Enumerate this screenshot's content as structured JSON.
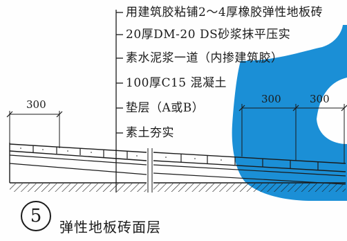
{
  "layers": [
    "用建筑胶粘铺2～4厚橡胶弹性地板砖",
    "20厚DM-20 DS砂浆抹平压实",
    "素水泥浆一道（内掺建筑胶）",
    "100厚C15 混凝土",
    "垫层（A或B）",
    "素土夯实"
  ],
  "dimensions": {
    "left": "300",
    "right_1": "300",
    "right_2": "300"
  },
  "detail": {
    "number": "5",
    "title": "弹性地板砖面层"
  },
  "colors": {
    "line": "#1a1a1a",
    "blue_shape": "#1b8fd6"
  }
}
